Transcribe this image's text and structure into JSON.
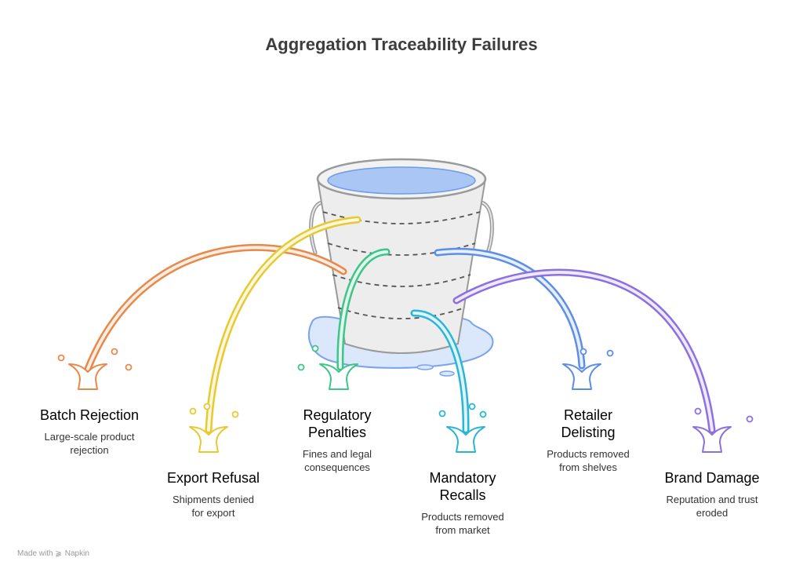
{
  "title": "Aggregation Traceability Failures",
  "items": [
    {
      "heading": "Batch Rejection",
      "desc": "Large-scale product rejection",
      "color": "#e8894a"
    },
    {
      "heading": "Export Refusal",
      "desc": "Shipments denied for export",
      "color": "#e8c92e"
    },
    {
      "heading": "Regulatory Penalties",
      "desc": "Fines and legal consequences",
      "color": "#3fc48a"
    },
    {
      "heading": "Mandatory Recalls",
      "desc": "Products removed from market",
      "color": "#29b6d6"
    },
    {
      "heading": "Retailer Delisting",
      "desc": "Products removed from shelves",
      "color": "#5c8ee6"
    },
    {
      "heading": "Brand Damage",
      "desc": "Reputation and trust eroded",
      "color": "#8c6fe0"
    }
  ],
  "footer": {
    "made_with": "Made with",
    "brand": "Napkin"
  },
  "icons": {
    "bucket": "bucket-icon",
    "footer": "napkin-logo-icon"
  }
}
